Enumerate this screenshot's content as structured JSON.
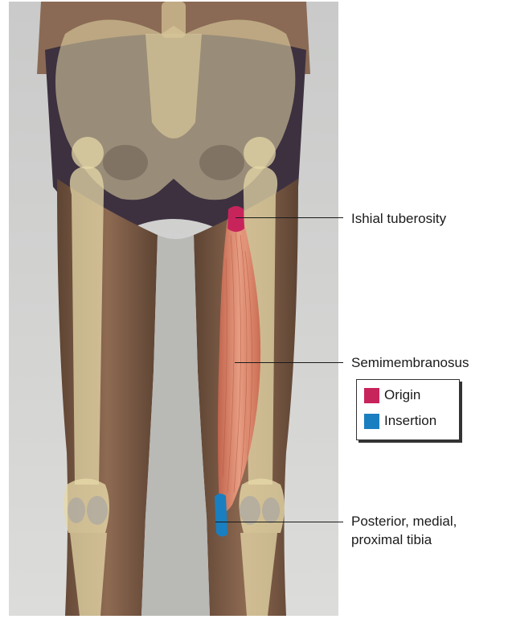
{
  "labels": {
    "origin_site": "Ishial tuberosity",
    "muscle": "Semimembranosus",
    "insertion_site_line1": "Posterior, medial,",
    "insertion_site_line2": "proximal tibia"
  },
  "legend": {
    "origin_label": "Origin",
    "insertion_label": "Insertion"
  },
  "colors": {
    "origin": "#c8245c",
    "insertion": "#1a7fc0",
    "muscle": "#e0866a",
    "bone": "#e6d8a8",
    "skin": "#7a5a44",
    "background": "#d0d0ce"
  }
}
